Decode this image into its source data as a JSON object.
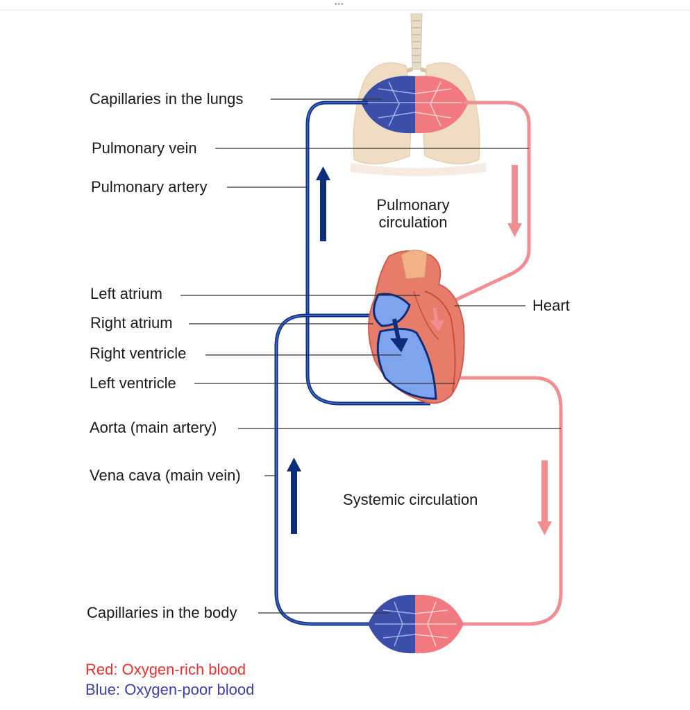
{
  "window": {
    "menu_dots": "•••"
  },
  "labels": {
    "capillaries_lungs": "Capillaries in the lungs",
    "pulmonary_vein": "Pulmonary vein",
    "pulmonary_artery": "Pulmonary artery",
    "left_atrium": "Left atrium",
    "right_atrium": "Right atrium",
    "right_ventricle": "Right ventricle",
    "left_ventricle": "Left ventricle",
    "aorta": "Aorta (main artery)",
    "vena_cava": "Vena cava (main vein)",
    "capillaries_body": "Capillaries in the body",
    "heart": "Heart"
  },
  "regions": {
    "pulmonary_line1": "Pulmonary",
    "pulmonary_line2": "circulation",
    "systemic": "Systemic circulation"
  },
  "legend": {
    "red": "Red: Oxygen-rich blood",
    "blue": "Blue: Oxygen-poor blood"
  },
  "colors": {
    "oxygen_rich": "#f08e92",
    "oxygen_poor": "#0d2d7a",
    "legend_red_text": "#e8312f",
    "legend_blue_text": "#3c3faa",
    "lung_tissue": "#f0dcc3",
    "heart_tissue": "#e87c6b"
  }
}
